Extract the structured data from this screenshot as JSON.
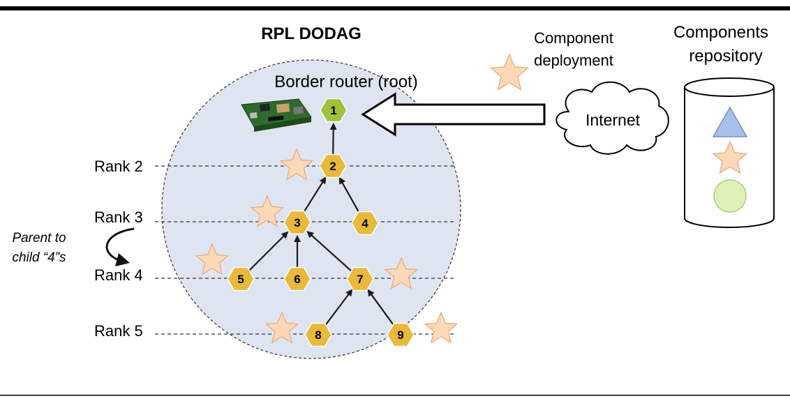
{
  "title": "RPL DODAG",
  "root_label": "Border router (root)",
  "component_deployment": [
    "Component",
    "deployment"
  ],
  "components_repository": [
    "Components",
    "repository"
  ],
  "internet_label": "Internet",
  "parent_note": [
    "Parent to",
    "child “4”s"
  ],
  "ranks": [
    {
      "label": "Rank 2"
    },
    {
      "label": "Rank 3"
    },
    {
      "label": "Rank 4"
    },
    {
      "label": "Rank 5"
    }
  ],
  "nodes": [
    {
      "id": "1",
      "color": "#9dc33b"
    },
    {
      "id": "2",
      "color": "#e8b93a"
    },
    {
      "id": "3",
      "color": "#e8b93a"
    },
    {
      "id": "4",
      "color": "#e8b93a"
    },
    {
      "id": "5",
      "color": "#e8b93a"
    },
    {
      "id": "6",
      "color": "#e8b93a"
    },
    {
      "id": "7",
      "color": "#e8b93a"
    },
    {
      "id": "8",
      "color": "#e8b93a"
    },
    {
      "id": "9",
      "color": "#e8b93a"
    }
  ],
  "edges": [
    {
      "from": "2",
      "to": "1"
    },
    {
      "from": "3",
      "to": "2"
    },
    {
      "from": "4",
      "to": "2"
    },
    {
      "from": "5",
      "to": "3"
    },
    {
      "from": "6",
      "to": "3"
    },
    {
      "from": "7",
      "to": "3"
    },
    {
      "from": "8",
      "to": "7"
    },
    {
      "from": "9",
      "to": "7"
    }
  ],
  "colors": {
    "dodag_fill": "#dfe4f1",
    "star_fill": "#fbd8b8",
    "star_stroke": "#e8a878",
    "triangle_fill": "#a9c1ea",
    "circle_fill": "#dff0b7",
    "frame_rule": "#000000"
  }
}
